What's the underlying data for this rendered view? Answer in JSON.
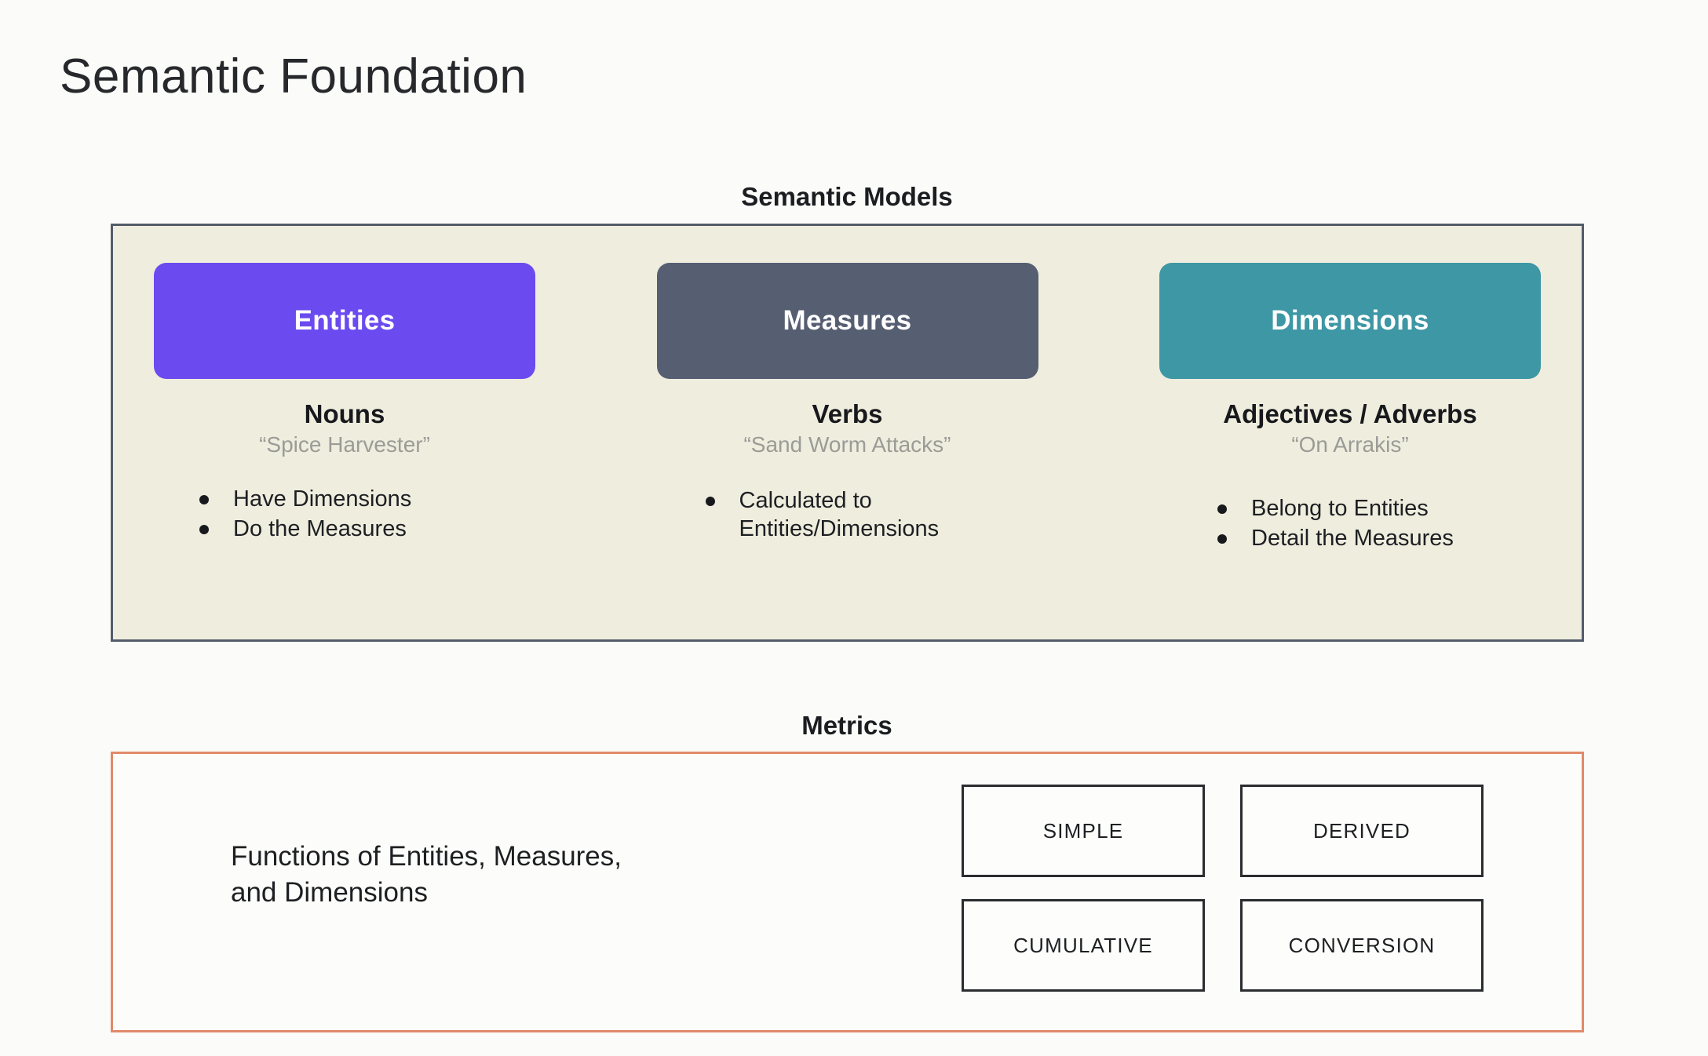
{
  "slide": {
    "title": "Semantic Foundation"
  },
  "semantic_models": {
    "header": "Semantic Models",
    "panel_background": "#efedde",
    "panel_border": "#545c6b",
    "pillars": [
      {
        "chip_label": "Entities",
        "chip_color": "#6b4bf0",
        "part_of_speech": "Nouns",
        "example": "“Spice Harvester”",
        "bullets": [
          "Have Dimensions",
          "Do the Measures"
        ]
      },
      {
        "chip_label": "Measures",
        "chip_color": "#565e72",
        "part_of_speech": "Verbs",
        "example": "“Sand Worm Attacks”",
        "bullets": [
          "Calculated to Entities/Dimensions"
        ]
      },
      {
        "chip_label": "Dimensions",
        "chip_color": "#3d97a4",
        "part_of_speech": "Adjectives / Adverbs",
        "example": "“On Arrakis”",
        "bullets": [
          "Belong to Entities",
          "Detail the Measures"
        ]
      }
    ]
  },
  "metrics": {
    "header": "Metrics",
    "panel_border": "#e08a6b",
    "description": "Functions of Entities, Measures,\nand Dimensions",
    "types": [
      "SIMPLE",
      "DERIVED",
      "CUMULATIVE",
      "CONVERSION"
    ]
  }
}
